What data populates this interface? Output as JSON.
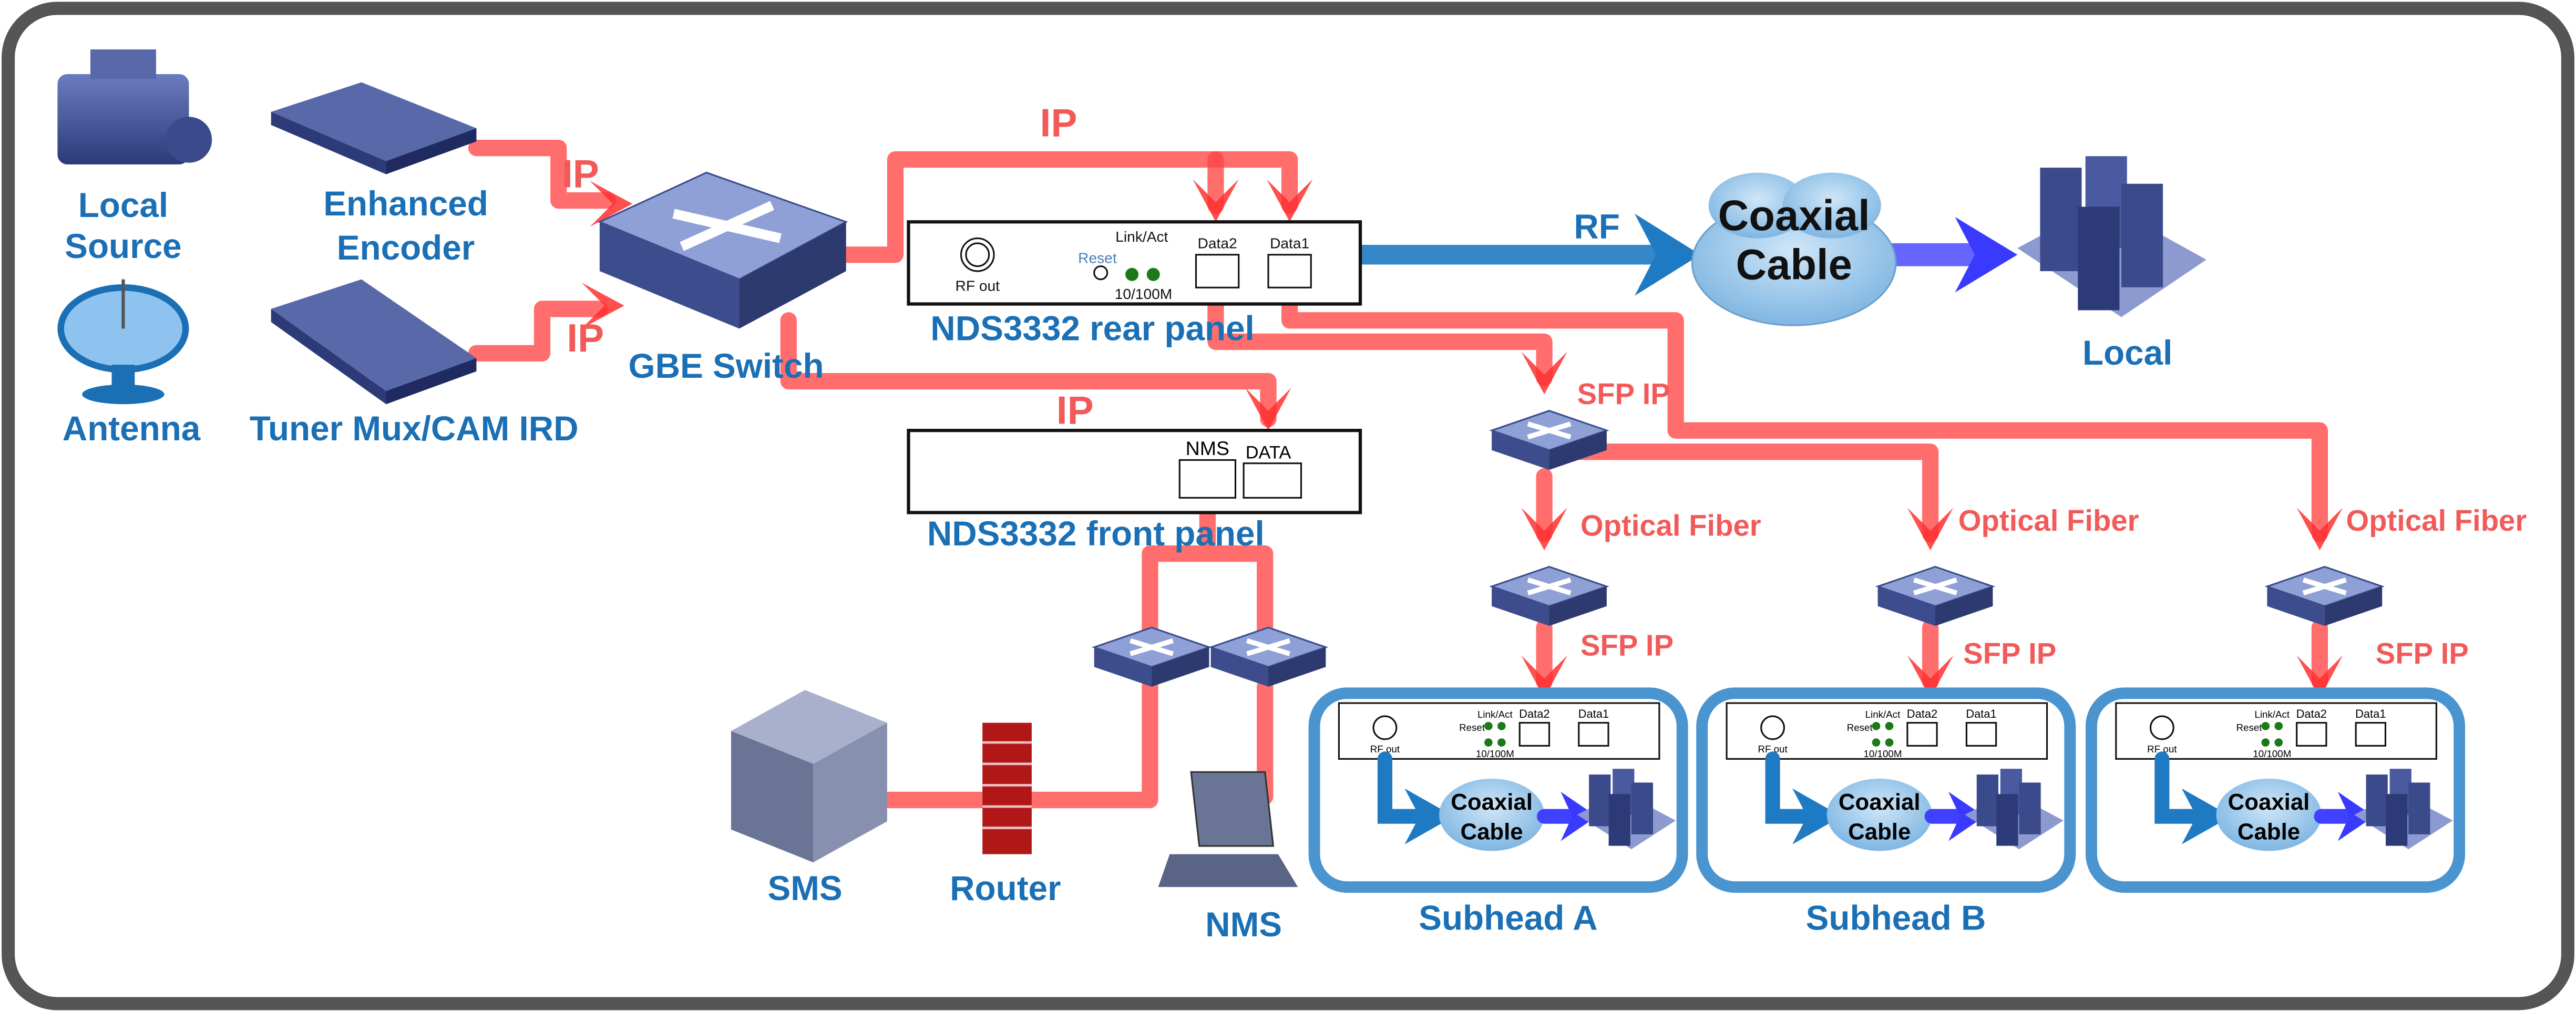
{
  "sources": {
    "local_source": [
      "Local",
      "Source"
    ],
    "antenna": "Antenna",
    "encoder": [
      "Enhanced",
      "Encoder"
    ],
    "tuner": "Tuner Mux/CAM IRD"
  },
  "switch_label": "GBE Switch",
  "ip_labels": [
    "IP",
    "IP",
    "IP",
    "IP"
  ],
  "rear_panel": {
    "title": "NDS3332 rear panel",
    "rf_out": "RF out",
    "reset": "Reset",
    "link_act": "Link/Act",
    "port_nums": [
      "2",
      "1"
    ],
    "speed": "10/100M",
    "data2": "Data2",
    "data1": "Data1"
  },
  "front_panel": {
    "title": "NDS3332 front panel",
    "nms": "NMS",
    "data": "DATA"
  },
  "rf_label": "RF",
  "cloud": [
    "Coaxial",
    "Cable"
  ],
  "local_label": "Local",
  "sfp_ip": "SFP IP",
  "optical_fiber": "Optical Fiber",
  "management": {
    "sms": "SMS",
    "router": "Router",
    "nms": "NMS"
  },
  "subheads": [
    {
      "label": "Subhead A"
    },
    {
      "label": "Subhead B"
    },
    {
      "label": ""
    }
  ],
  "colors": {
    "ip_line": "#ff4444",
    "rf_line": "#1f7ac4",
    "label_blue": "#1a6fb5",
    "frame": "#555555",
    "subhead_frame": "#4a94d0"
  }
}
